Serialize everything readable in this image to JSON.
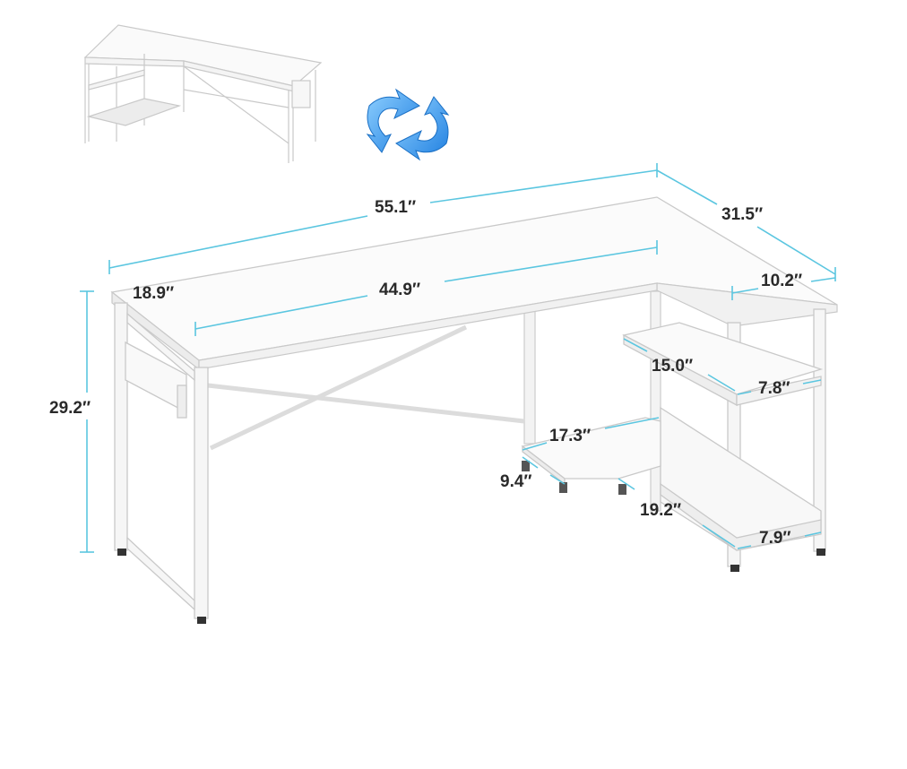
{
  "product": {
    "dimensions": {
      "overall_length": "55.1″",
      "overall_width": "31.5″",
      "main_depth": "18.9″",
      "inner_length": "44.9″",
      "return_depth": "10.2″",
      "height": "29.2″",
      "upper_shelf_length": "15.0″",
      "upper_shelf_depth": "7.8″",
      "cpu_stand_length": "17.3″",
      "cpu_stand_width": "9.4″",
      "lower_shelf_length": "19.2″",
      "lower_shelf_depth": "7.9″"
    },
    "icons": [
      "reversible-arrows-icon"
    ],
    "colors": {
      "desk": "#ffffff",
      "frame": "#f2f2f2",
      "outline": "#c9c9c9",
      "dimension_line": "#5bc6e0",
      "arrow": "#2e8fe3",
      "text": "#2a2a2a"
    }
  }
}
